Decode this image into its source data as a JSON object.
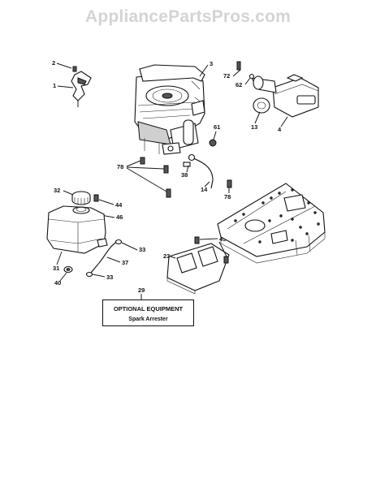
{
  "watermark": "AppliancePartsPros.com",
  "optional_box": {
    "title": "OPTIONAL EQUIPMENT",
    "subtitle": "Spark Arrester"
  },
  "callouts": {
    "c2": "2",
    "c1": "1",
    "c3": "3",
    "c72": "72",
    "c62": "62",
    "c13": "13",
    "c4": "4",
    "c61": "61",
    "c78a": "78",
    "c38": "38",
    "c14": "14",
    "c78b": "78",
    "c32": "32",
    "c44": "44",
    "c46": "46",
    "c33a": "33",
    "c45": "45",
    "c23": "23",
    "c31": "31",
    "c37": "37",
    "c40": "40",
    "c33b": "33",
    "c29": "29"
  }
}
